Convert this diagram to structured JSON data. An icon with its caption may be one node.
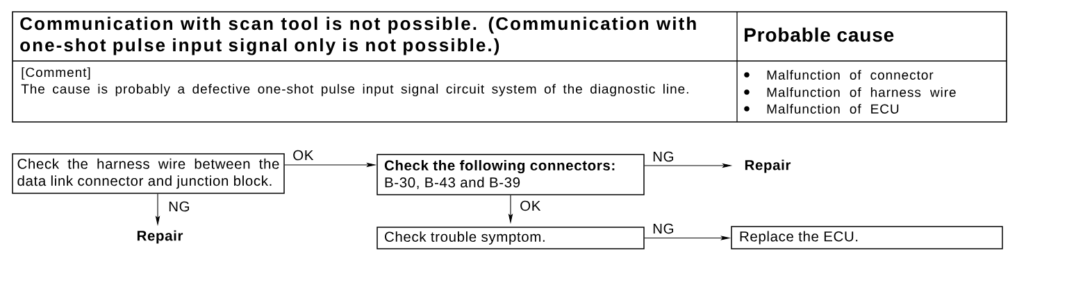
{
  "diagram": {
    "nodes": [
      {
        "text": [
          "Check the harness wire between the data link connector and junction block."
        ]
      },
      {
        "text": [
          "Check the following connectors:",
          "B-30, B-43 and B-39"
        ]
      },
      {
        "text": [
          "Repair"
        ]
      },
      {
        "text": [
          "Repair"
        ]
      },
      {
        "text": [
          "Check trouble symptom."
        ]
      },
      {
        "text": [
          "Replace the ECU."
        ]
      }
    ],
    "edges": [
      {
        "from": 0,
        "to": 1,
        "arrow": "to",
        "label": "OK"
      },
      {
        "from": 1,
        "to": 2,
        "arrow": "to",
        "label": "NG"
      },
      {
        "from": 0,
        "to": 3,
        "arrow": "to",
        "label": "NG"
      },
      {
        "from": 1,
        "to": 4,
        "arrow": "to",
        "label": "OK"
      },
      {
        "from": 4,
        "to": 5,
        "arrow": "to",
        "label": "NG"
      }
    ],
    "labels": [
      "Communication with scan tool is not possible. (Communication with one-shot pulse input signal only is not possible.)",
      "Probable cause",
      "[Comment]",
      "The cause is probably a defective one-shot pulse input signal circuit system of the diagnostic line.",
      "Malfunction of connector",
      "Malfunction of harness wire",
      "Malfunction of ECU"
    ]
  }
}
